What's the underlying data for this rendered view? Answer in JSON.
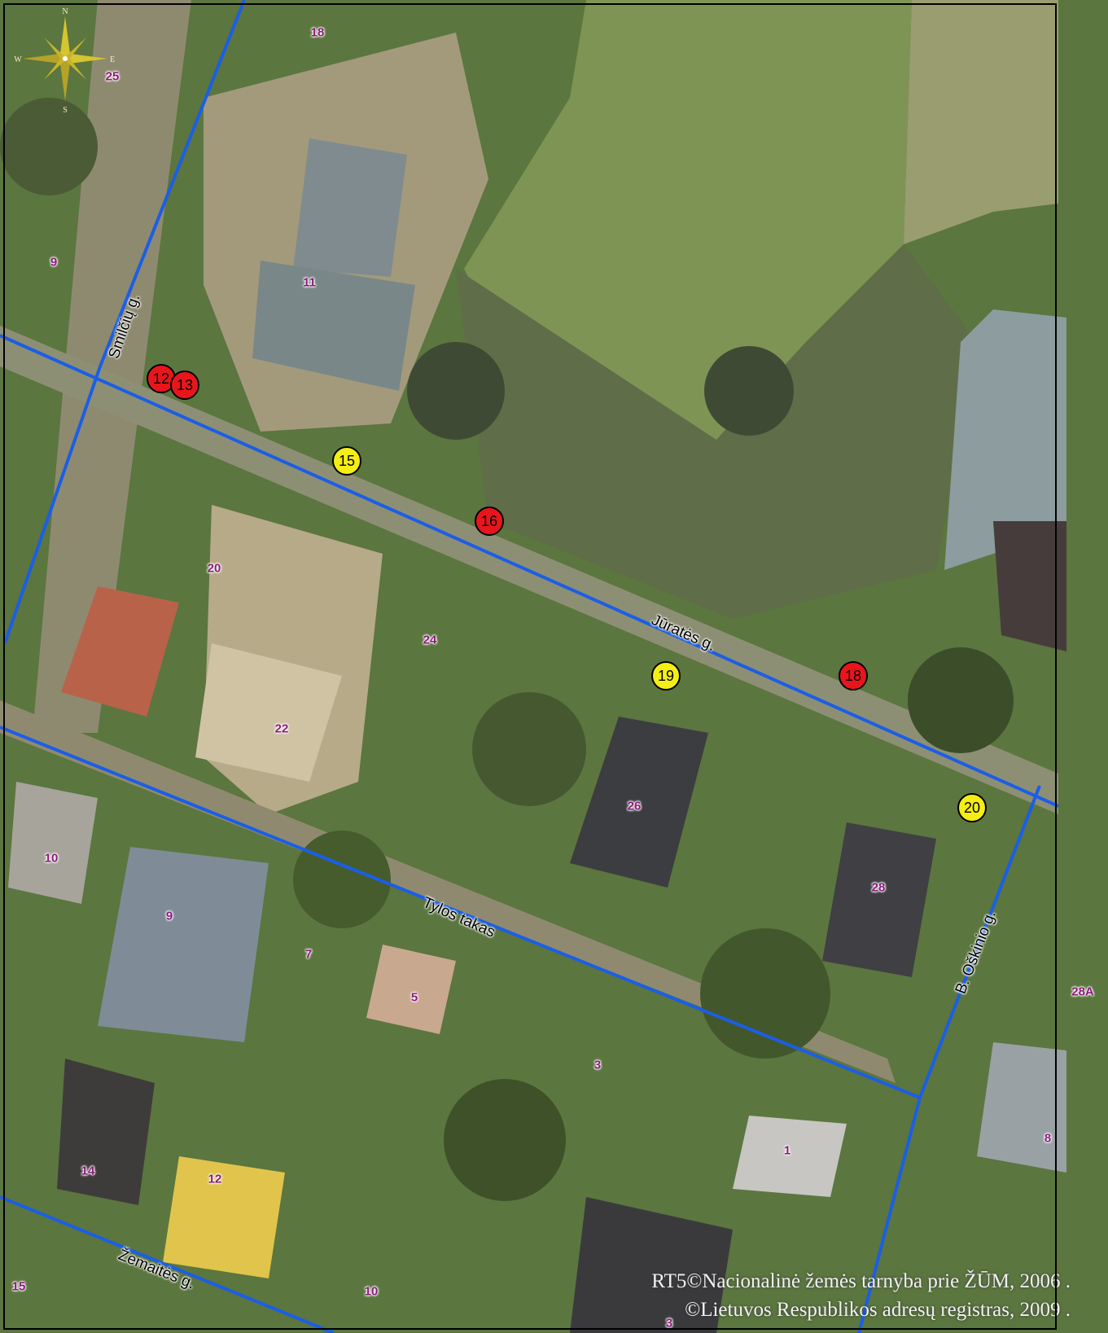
{
  "colors": {
    "street_line": "#1b5ee6",
    "marker_red": "#e8161b",
    "marker_yellow": "#f4ee16",
    "house_label": "#8b1a7a"
  },
  "compass": {
    "icon": "compass-rose-icon",
    "letters": [
      "N",
      "E",
      "S",
      "W"
    ]
  },
  "streets": [
    {
      "id": "smiltiu",
      "label": "Smilčių g."
    },
    {
      "id": "jurates",
      "label": "Jūratės g."
    },
    {
      "id": "tylos",
      "label": "Tylos takas"
    },
    {
      "id": "oskinio",
      "label": "B. Oškinio g."
    },
    {
      "id": "zemaites",
      "label": "Žemaitės g."
    }
  ],
  "house_numbers": [
    "18",
    "25",
    "9",
    "11",
    "20",
    "24",
    "22",
    "26",
    "28",
    "10",
    "9",
    "7",
    "5",
    "3",
    "28A",
    "1",
    "8",
    "14",
    "12",
    "10",
    "15",
    "3"
  ],
  "markers": [
    {
      "label": "12",
      "color": "red"
    },
    {
      "label": "13",
      "color": "red"
    },
    {
      "label": "15",
      "color": "yellow"
    },
    {
      "label": "16",
      "color": "red"
    },
    {
      "label": "19",
      "color": "yellow"
    },
    {
      "label": "18",
      "color": "red"
    },
    {
      "label": "20",
      "color": "yellow"
    }
  ],
  "credits": {
    "line1": "RT5©Nacionalinė žemės tarnyba prie ŽŪM, 2006   .",
    "line2": "©Lietuvos Respublikos adresų registras, 2009   ."
  }
}
